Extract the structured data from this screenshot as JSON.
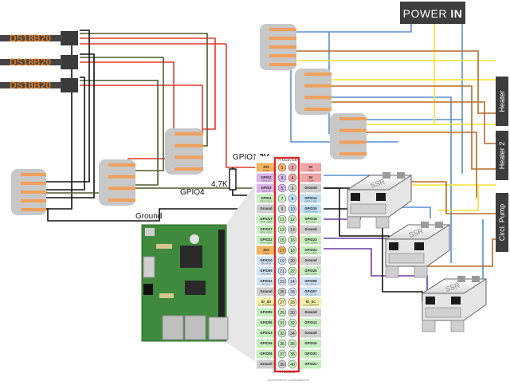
{
  "sensors": [
    "DS18B20",
    "DS18B20",
    "DS18B20"
  ],
  "power_label": {
    "prefix": "POWER ",
    "bold": "IN"
  },
  "outputs": [
    "Heater",
    "Heater 2",
    "Circl. Pump"
  ],
  "labels": {
    "gpio1": "GPIO1",
    "v3": "3V",
    "resistor": "4,7K",
    "gpio4": "GPIO4",
    "ground": "Ground",
    "ssr": "SSR"
  },
  "header": {
    "top_title": "Pi Model B/B+",
    "bottom_title": "Pi Model B+",
    "caption": "www.element14.com/RaspberryPi",
    "left_pins": [
      "3V3",
      "GPIO2",
      "GPIO3",
      "GPIO4",
      "Ground",
      "GPIO17",
      "GPIO27",
      "GPIO22",
      "3V3",
      "GPIO10",
      "GPIO09",
      "GPIO11",
      "Ground",
      "ID_SD",
      "GPIO05",
      "GPIO06",
      "GPIO13",
      "GPIO19",
      "GPIO26",
      "Ground"
    ],
    "left_subs": [
      "Power",
      "SDA1 I2C",
      "SCL1 I2C",
      "GPIO_GCLK",
      "",
      "GPIO_GEN0",
      "GPIO_GEN2",
      "GPIO_GEN3",
      "Power",
      "SPI_MOSI",
      "SPI_MISO",
      "SPI_CLK",
      "",
      "I2C ID EEPROM",
      "",
      "",
      "",
      "",
      "",
      ""
    ],
    "right_pins": [
      "5V",
      "5V",
      "Ground",
      "GPIO14",
      "GPIO15",
      "GPIO18",
      "Ground",
      "GPIO23",
      "GPIO24",
      "Ground",
      "GPIO25",
      "GPIO08",
      "GPIO07",
      "ID_SC",
      "Ground",
      "GPIO12",
      "Ground",
      "GPIO16",
      "GPIO20",
      "GPIO21"
    ],
    "right_subs": [
      "Power",
      "Power",
      "",
      "UART0_TXD",
      "UART0_RXD",
      "PCM_CLK",
      "",
      "GPIO_GEN4",
      "GPIO_GEN5",
      "",
      "GPIO_GEN6",
      "SPI_CE0_N",
      "SPI_CE1_N",
      "I2C ID EEPROM",
      "",
      "",
      "",
      "",
      "",
      ""
    ]
  },
  "colors": {
    "wire_red": "#e03a2e",
    "wire_black": "#111111",
    "wire_olive": "#4f5a2a",
    "wire_blue": "#5a8fd0",
    "wire_yellow": "#f4e233",
    "wire_brown": "#b86a2a",
    "wire_purple": "#6a3fa0",
    "connector_body": "#c8c8c8",
    "connector_pin": "#f0a05a",
    "sensor_text": "#e07a20",
    "header_border": "#d8262a",
    "power_bg": "#3d3d3d"
  }
}
